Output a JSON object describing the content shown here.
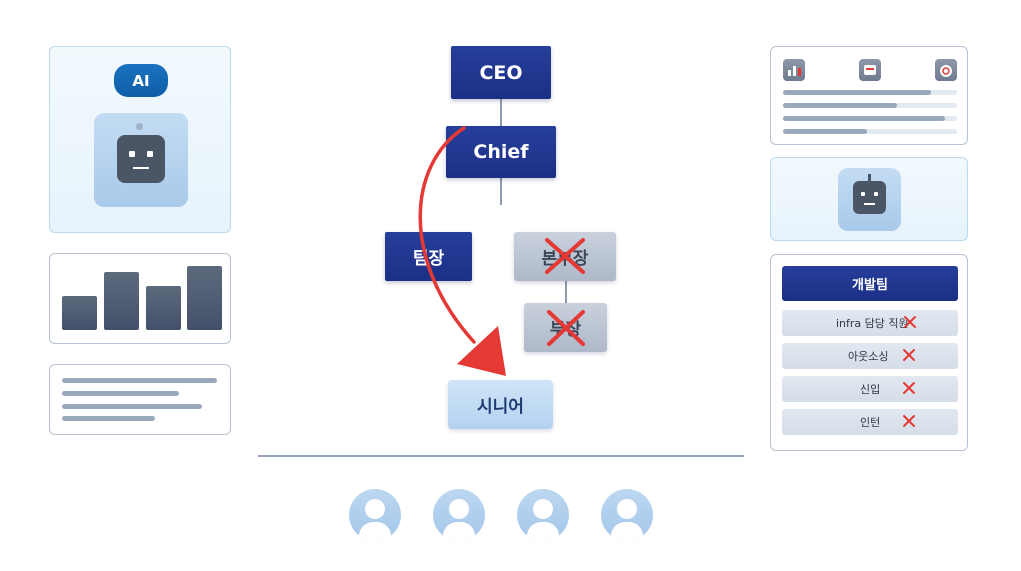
{
  "left": {
    "ai_badge": "AI",
    "bar_chart": {
      "values": [
        32,
        54,
        41,
        60
      ],
      "max": 60
    }
  },
  "org": {
    "ceo": "CEO",
    "chief": "Chief",
    "team_lead": "팀장",
    "division_head": "본부장",
    "department_head": "부장",
    "senior": "시니어",
    "arrow_color": "#e53935",
    "cross_color": "#e53935"
  },
  "right": {
    "icons": [
      "chart-icon",
      "device-icon",
      "alarm-icon"
    ],
    "team": {
      "title": "개발팀",
      "members": [
        {
          "label": "infra 담당 직원",
          "removed": true
        },
        {
          "label": "아웃소싱",
          "removed": true
        },
        {
          "label": "신입",
          "removed": true
        },
        {
          "label": "인턴",
          "removed": true
        }
      ]
    }
  },
  "people": [
    "person",
    "person",
    "person",
    "person"
  ],
  "colors": {
    "navy": "#1c2f86",
    "accent_blue": "#1a73c0",
    "red": "#e53935"
  }
}
